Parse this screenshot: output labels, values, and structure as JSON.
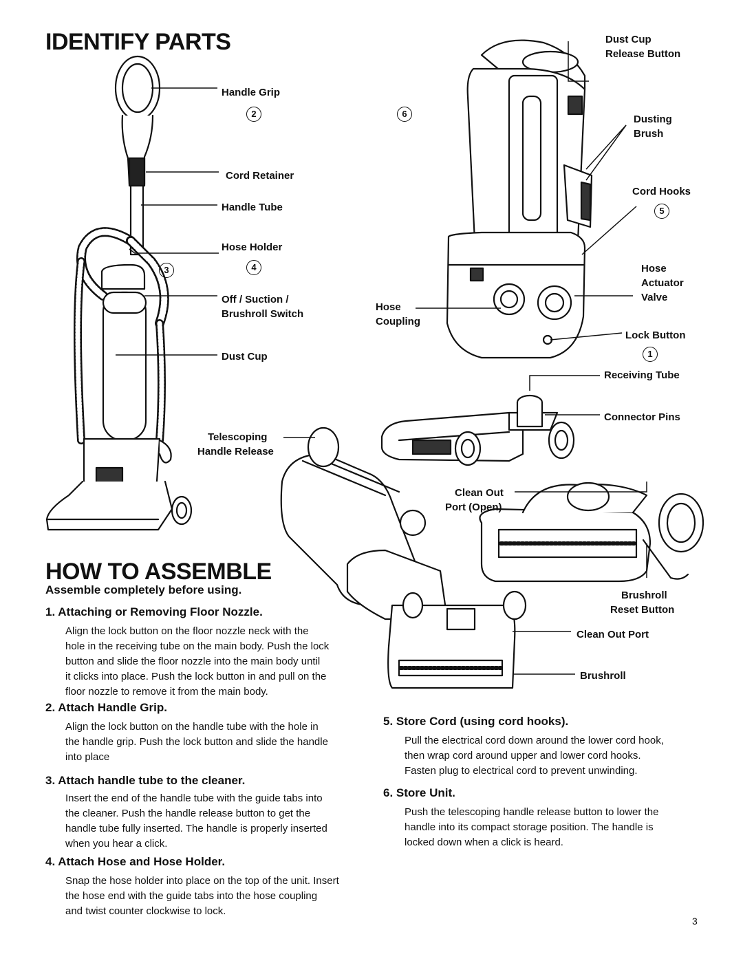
{
  "titles": {
    "identify": "IDENTIFY PARTS",
    "assemble": "HOW TO ASSEMBLE"
  },
  "labels": {
    "handle_grip": "Handle Grip",
    "cord_retainer": "Cord Retainer",
    "handle_tube": "Handle Tube",
    "hose_holder": "Hose Holder",
    "off_suction_1": "Off / Suction /",
    "off_suction_2": "Brushroll Switch",
    "dust_cup": "Dust Cup",
    "telescoping_1": "Telescoping",
    "telescoping_2": "Handle Release",
    "dust_cup_release_1": "Dust Cup",
    "dust_cup_release_2": "Release Button",
    "dusting_1": "Dusting",
    "dusting_2": "Brush",
    "cord_hooks": "Cord Hooks",
    "hose_actuator_1": "Hose",
    "hose_actuator_2": "Actuator",
    "hose_actuator_3": "Valve",
    "hose_coupling_1": "Hose",
    "hose_coupling_2": "Coupling",
    "lock_button": "Lock Button",
    "receiving_tube": "Receiving Tube",
    "connector_pins": "Connector Pins",
    "clean_out_1": "Clean Out",
    "clean_out_2": "Port (Open)",
    "brushroll_reset_1": "Brushroll",
    "brushroll_reset_2": "Reset Button",
    "clean_out_port": "Clean Out Port",
    "brushroll": "Brushroll"
  },
  "callouts": {
    "n1": "1",
    "n2": "2",
    "n3": "3",
    "n4": "4",
    "n5": "5",
    "n6": "6"
  },
  "assembly": {
    "intro": "Assemble completely before using.",
    "step1": {
      "num": "1.",
      "title": "Attaching or Removing Floor Nozzle.",
      "lines": [
        "Align the lock button on the floor nozzle neck with the",
        "hole in the receiving tube on the main body. Push the lock",
        "button and slide the floor nozzle into the main body until",
        "it clicks into place. Push the lock button in and pull on the",
        "floor nozzle to remove it from the main body."
      ]
    },
    "step2": {
      "num": "2.",
      "title": "Attach Handle Grip.",
      "lines": [
        "Align the lock button on the handle tube with the hole in",
        "the handle grip. Push the lock button and slide the handle",
        "into place"
      ]
    },
    "step3": {
      "num": "3.",
      "title": "Attach handle tube to the cleaner.",
      "lines": [
        "Insert the end of the handle tube with the guide tabs into",
        "the cleaner. Push the handle release button to get the",
        "handle tube fully inserted. The handle is properly inserted",
        "when you hear a click."
      ]
    },
    "step4": {
      "num": "4.",
      "title": "Attach Hose and Hose Holder.",
      "lines": [
        "Snap the hose holder into place on the top of the unit. Insert",
        "the hose end with the guide tabs into the hose coupling",
        "and twist counter clockwise to lock."
      ]
    },
    "step5": {
      "num": "5.",
      "title": "Store Cord (using cord hooks).",
      "lines": [
        "Pull the electrical cord down around the lower cord hook,",
        "then wrap cord around upper and lower cord hooks.",
        "Fasten plug to electrical cord to prevent unwinding."
      ]
    },
    "step6": {
      "num": "6.",
      "title": "Store Unit.",
      "lines": [
        "Push the telescoping handle release button to lower the",
        "handle into its compact storage position. The handle is",
        "locked down when a click is heard."
      ]
    }
  },
  "page_number": "3"
}
